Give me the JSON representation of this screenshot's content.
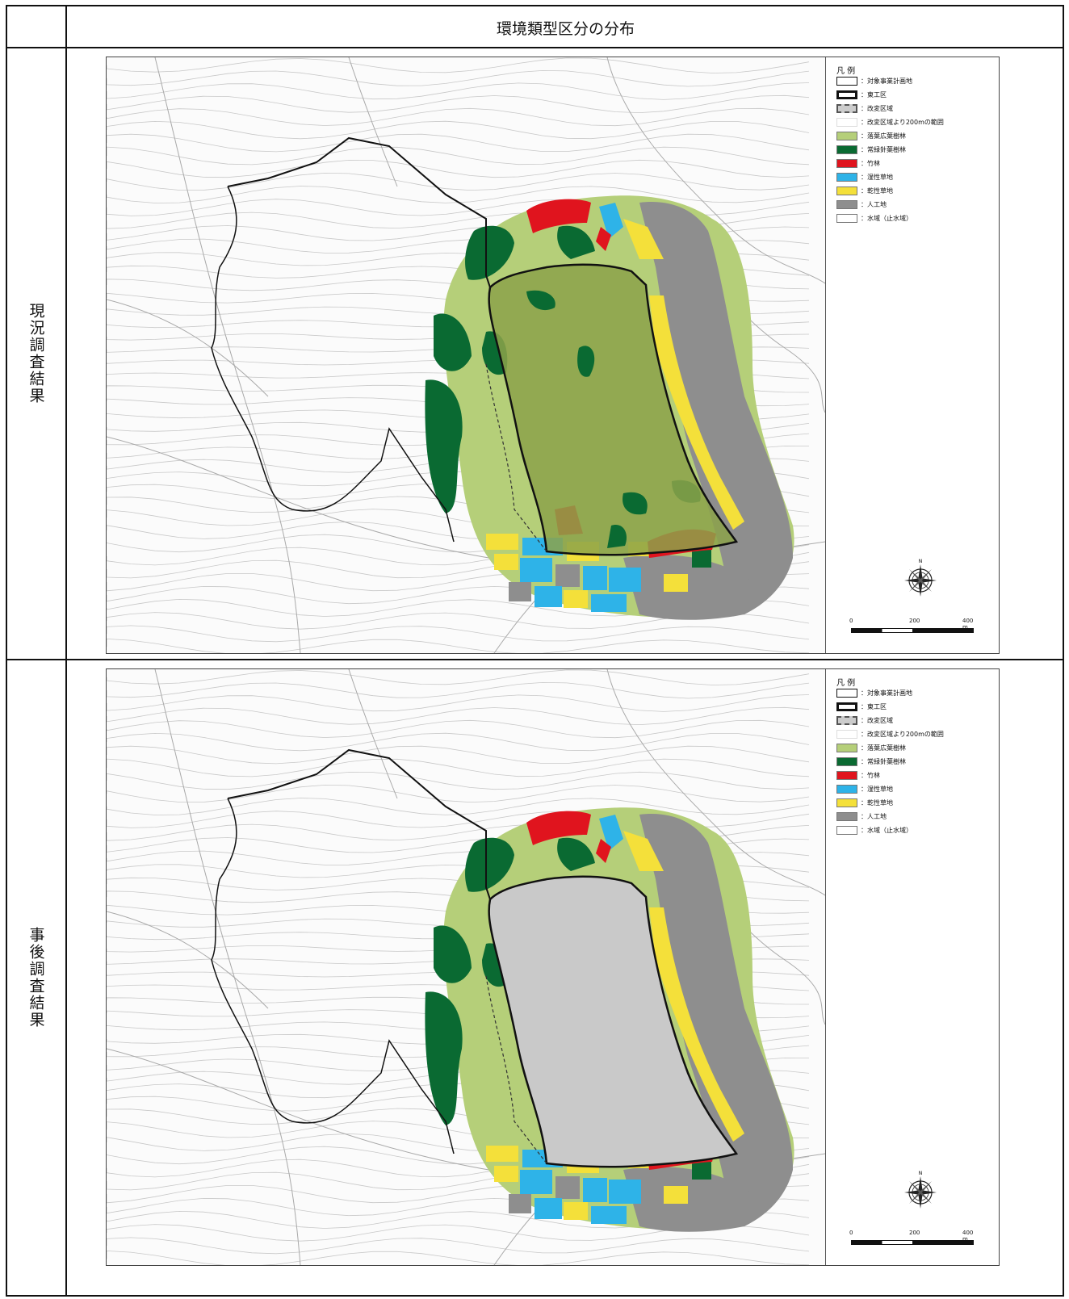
{
  "header": {
    "title": "環境類型区分の分布"
  },
  "rows": [
    {
      "label": "現況調査結果",
      "variant": "current"
    },
    {
      "label": "事後調査結果",
      "variant": "post"
    }
  ],
  "legend": {
    "title": "凡 例",
    "items": [
      {
        "label": "対象事業計画地",
        "swatch": "outline-thin"
      },
      {
        "label": "東工区",
        "swatch": "outline-thick"
      },
      {
        "label": "改変区域",
        "swatch": "outline-dashed"
      },
      {
        "label": "改変区域より200mの範囲",
        "swatch": "none"
      },
      {
        "label": "落葉広葉樹林",
        "color": "#b5cf79"
      },
      {
        "label": "常緑針葉樹林",
        "color": "#0a6a32"
      },
      {
        "label": "竹林",
        "color": "#e0141e"
      },
      {
        "label": "湿性草地",
        "color": "#2eb3e8"
      },
      {
        "label": "乾性草地",
        "color": "#f4e03a"
      },
      {
        "label": "人工地",
        "color": "#8e8e8e"
      },
      {
        "label": "水域（止水域）",
        "color": "#ffffff"
      }
    ]
  },
  "scale_bar": {
    "labels": [
      "0",
      "200",
      "400 m"
    ]
  },
  "compass_label": "N",
  "colors": {
    "deciduous": "#b5cf79",
    "evergreen": "#0a6a32",
    "bamboo": "#e0141e",
    "wet_grass": "#2eb3e8",
    "dry_grass": "#f4e03a",
    "artificial": "#8e8e8e",
    "developed": "#c9c9c9"
  }
}
